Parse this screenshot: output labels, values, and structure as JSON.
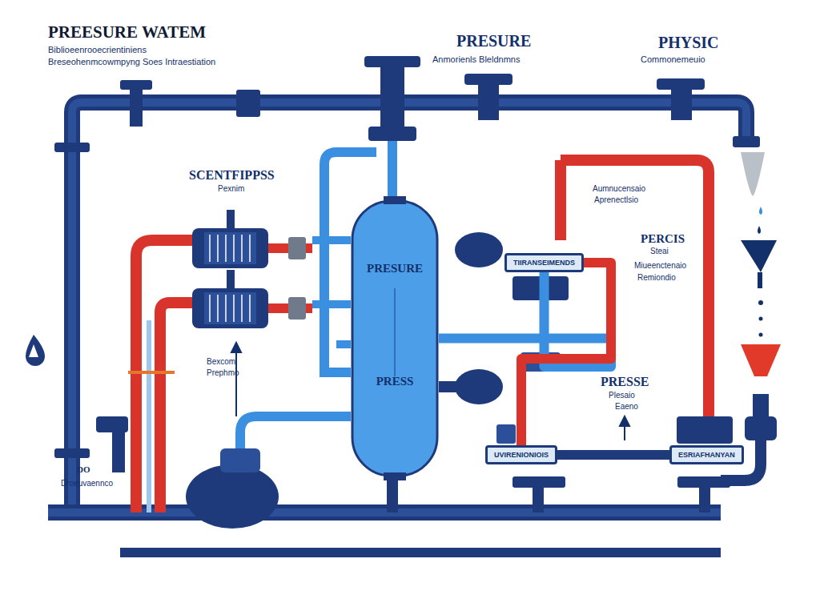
{
  "diagram": {
    "title": "PREESURE WATEM",
    "nodes": [
      {
        "text": [
          "PRESURE",
          "PRESS"
        ]
      },
      {
        "text": [
          "TIIRANSEIMENDS"
        ]
      },
      {
        "text": [
          "UVIRENIONIOIS"
        ]
      },
      {
        "text": [
          "ESRIAFHANYAN"
        ]
      }
    ],
    "edges": [
      {
        "from": 0,
        "to": 1,
        "arrow": "none"
      },
      {
        "from": 1,
        "to": 2,
        "arrow": "none"
      },
      {
        "from": 2,
        "to": 3,
        "arrow": "none"
      }
    ],
    "labels": [
      "Biblioeenrooecrientiniens",
      "Breseohenmcowmpyng Soes Intraestiation",
      "PRESURE",
      "Anmorienls Bleldnmns",
      "PHYSIC",
      "Commonemeuio",
      "SCENTFIPPSS",
      "Pexnim",
      "Aumnucensaio",
      "Aprenectlsio",
      "PERCIS",
      "Steai",
      "Miueenctenaio",
      "Remiondio",
      "Bexcom",
      "Prephmo",
      "PRESSE",
      "Plesaio",
      "Eaeno",
      "DO",
      "Droeuvaennco"
    ]
  }
}
